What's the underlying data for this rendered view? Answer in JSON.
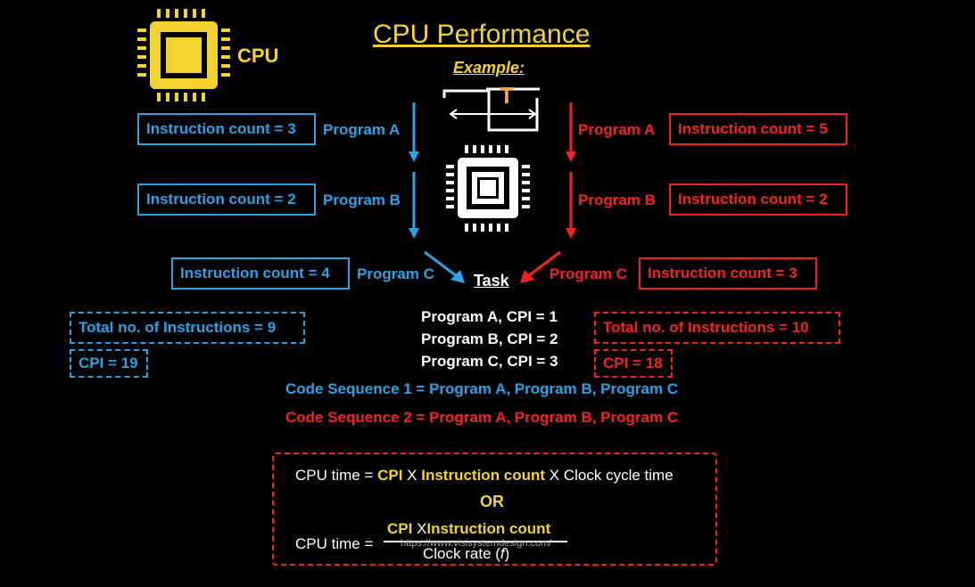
{
  "header": {
    "title": "CPU Performance",
    "example": "Example:",
    "cpu_label": "CPU",
    "clock_label": "T"
  },
  "colors": {
    "yellow": "#f2d22e",
    "blue": "#29a3e6",
    "red": "#f5231f",
    "background": "#000000"
  },
  "left": {
    "rows": [
      {
        "count": "Instruction count = 3",
        "program": "Program A"
      },
      {
        "count": "Instruction count = 2",
        "program": "Program B"
      },
      {
        "count": "Instruction count = 4",
        "program": "Program C"
      }
    ],
    "total": "Total no. of Instructions = 9",
    "cpi": "CPI = 19"
  },
  "right": {
    "rows": [
      {
        "count": "Instruction count = 5",
        "program": "Program A"
      },
      {
        "count": "Instruction count = 2",
        "program": "Program B"
      },
      {
        "count": "Instruction count = 3",
        "program": "Program C"
      }
    ],
    "total": "Total no. of Instructions = 10",
    "cpi": "CPI = 18"
  },
  "center": {
    "task": "Task",
    "cpi_list": [
      "Program A, CPI = 1",
      "Program B, CPI = 2",
      "Program C, CPI = 3"
    ],
    "seq1": "Code Sequence 1 = Program A, Program B, Program C",
    "seq2": "Code Sequence 2 = Program A, Program B, Program C"
  },
  "formula": {
    "line1_prefix": "CPU time = ",
    "line1_cpi": "CPI",
    "line1_x1": " X ",
    "line1_ic": "Instruction count",
    "line1_suffix": " X Clock cycle time",
    "or": "OR",
    "line2_prefix": "CPU time = ",
    "num_cpi": "CPI",
    "num_x": " X",
    "num_ic": "Instruction count",
    "den": "Clock rate (",
    "den_f": "f",
    "den_close": ")"
  },
  "watermark": "https://www.visisystemdesign.com/"
}
